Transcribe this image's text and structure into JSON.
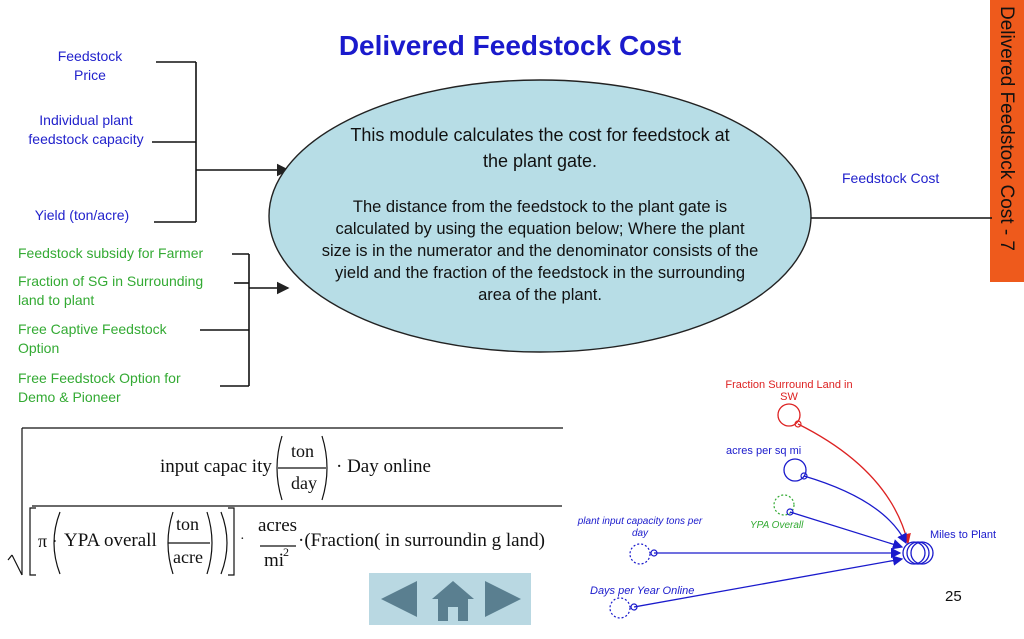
{
  "title": "Delivered Feedstock Cost",
  "side_tab": "Delivered Feedstock Cost - 7",
  "inputs_blue": {
    "price": "Feedstock Price",
    "capacity": "Individual plant feedstock capacity",
    "yield": "Yield (ton/acre)"
  },
  "inputs_green": {
    "subsidy": "Feedstock subsidy for Farmer",
    "fraction": "Fraction of SG in Surrounding land to plant",
    "captive": "Free Captive Feedstock Option",
    "demo": "Free Feedstock Option for Demo & Pioneer"
  },
  "module": {
    "para1": "This module calculates the cost for feedstock at the plant gate.",
    "para2": "The distance from the feedstock to the plant gate is calculated by using the equation below; Where the plant size is in the numerator and the denominator consists of the yield and the fraction of the feedstock in the surrounding area of the plant."
  },
  "output_label": "Feedstock Cost",
  "formula": {
    "num_text": "input capac ity",
    "ton": "ton",
    "day": "day",
    "num_tail": "· Day online",
    "pi": "π ·",
    "ypa": "YPA overall",
    "acre": "acre",
    "acres": "acres",
    "mi2": "mi",
    "sq": "2",
    "fraction": "·(Fraction( in surroundin g land)"
  },
  "diagram": {
    "fraction": "Fraction Surround Land in SW",
    "acres": "acres per sq mi",
    "ypa": "YPA Overall",
    "capacity": "plant input capacity tons per day",
    "miles": "Miles to Plant",
    "days": "Days per Year Online"
  },
  "page_number": "25",
  "colors": {
    "title": "#1a1acc",
    "green": "#33aa33",
    "ellipse_fill": "#b7dde6",
    "tab": "#ee5a1c",
    "diagram_blue": "#1a1acc",
    "diagram_red": "#dd2222"
  },
  "icons": [
    "back-arrow-icon",
    "home-icon",
    "forward-arrow-icon"
  ]
}
